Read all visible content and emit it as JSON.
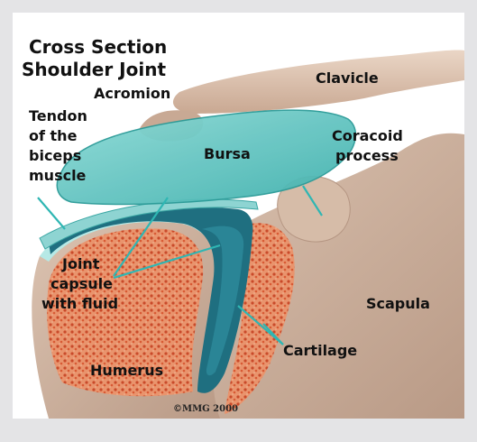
{
  "title": {
    "line1": "Cross Section",
    "line2": "Shoulder Joint"
  },
  "labels": {
    "acromion": "Acromion",
    "clavicle": "Clavicle",
    "tendon_line1": "Tendon",
    "tendon_line2": "of the",
    "tendon_line3": "biceps",
    "tendon_line4": "muscle",
    "bursa": "Bursa",
    "coracoid_line1": "Coracoid",
    "coracoid_line2": "process",
    "joint_line1": "Joint",
    "joint_line2": "capsule",
    "joint_line3": "with fluid",
    "scapula": "Scapula",
    "cartilage": "Cartilage",
    "humerus": "Humerus"
  },
  "copyright": "©MMG 2000",
  "colors": {
    "frame": "#e4e4e6",
    "background": "#ffffff",
    "bone": "#d3b7a3",
    "marrow": "#d9663f",
    "bursa": "#5fc7c4",
    "capsule": "#1f6f80",
    "cartilage": "#9ee0dd",
    "leader_line": "#2fb6b3"
  }
}
